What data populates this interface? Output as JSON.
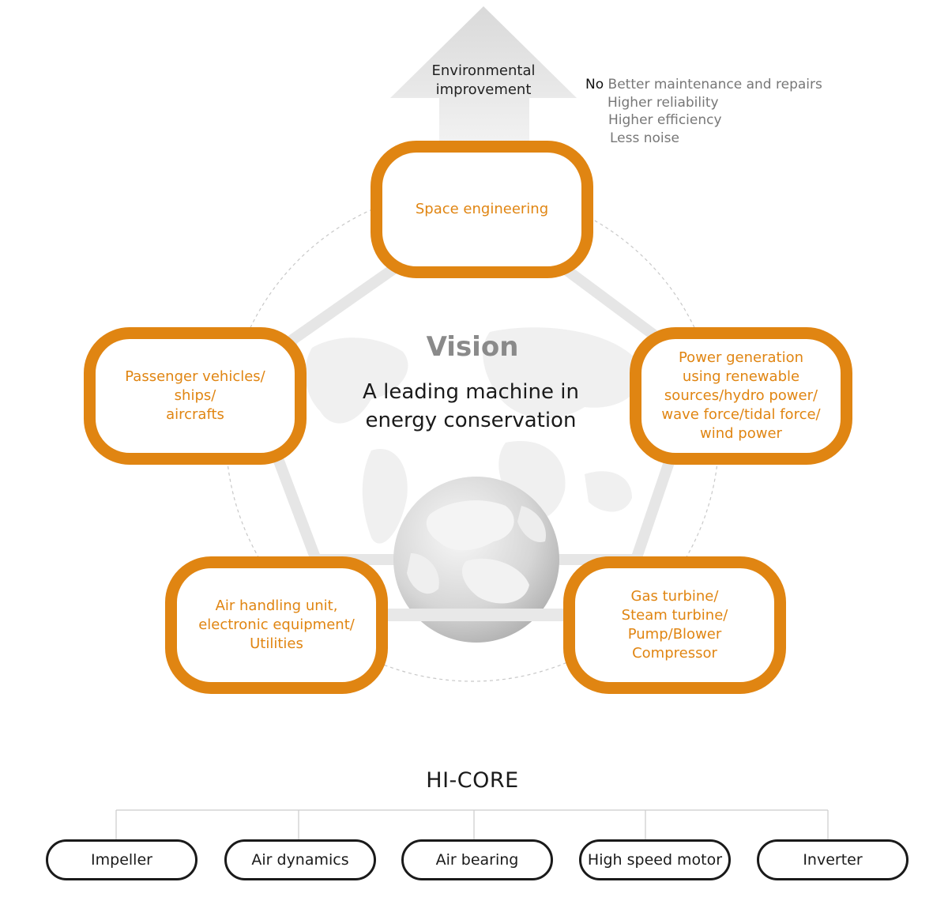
{
  "arrow": {
    "label": "Environmental\nimprovement"
  },
  "benefits": {
    "prefix": "No",
    "items": [
      "Better maintenance and repairs",
      "Higher reliability",
      "Higher efficiency",
      "Less noise"
    ]
  },
  "applications": {
    "top": "Space engineering",
    "left": "Passenger vehicles/\nships/\naircrafts",
    "right": "Power generation\nusing renewable\nsources/hydro power/\nwave force/tidal force/\nwind power",
    "bottom_left": "Air handling unit,\nelectronic equipment/\nUtilities",
    "bottom_right": "Gas turbine/\nSteam turbine/\nPump/Blower\nCompressor"
  },
  "vision": {
    "title": "Vision",
    "statement": "A leading machine in\nenergy conservation"
  },
  "hicore": {
    "title": "HI-CORE",
    "items": [
      "Impeller",
      "Air dynamics",
      "Air bearing",
      "High speed motor",
      "Inverter"
    ]
  },
  "colors": {
    "accent": "#e08512",
    "dark": "#1a1a1a",
    "grey_text": "#777777"
  }
}
